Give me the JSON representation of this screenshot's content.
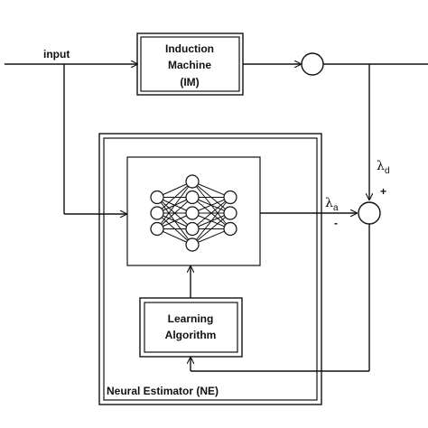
{
  "labels": {
    "input": "input",
    "im_line1": "Induction",
    "im_line2": "Machine",
    "im_line3": "(IM)",
    "learning_line1": "Learning",
    "learning_line2": "Algorithm",
    "ne_label": "Neural Estimator (NE)",
    "lambda_d_symbol": "λ",
    "lambda_d_sub": "d",
    "lambda_a_symbol": "λ",
    "lambda_a_sub": "a",
    "plus_sign": "+",
    "minus_sign": "-"
  },
  "colors": {
    "stroke": "#111111",
    "background": "#ffffff"
  },
  "network": {
    "layers": [
      3,
      5,
      3
    ]
  }
}
